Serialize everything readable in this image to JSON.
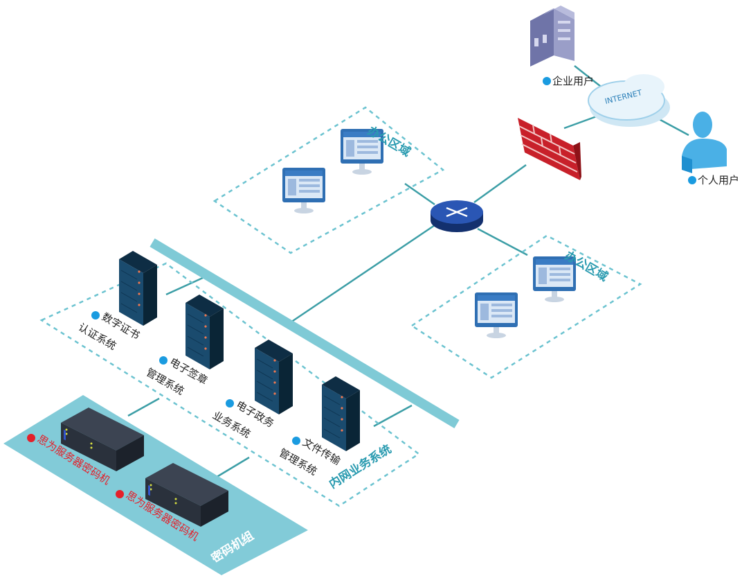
{
  "colors": {
    "accent": "#7fcad6",
    "line": "#3c9ea6",
    "dot": "#1a9be0",
    "red_dot": "#e4202a",
    "server": "#153b55",
    "firewall": "#c8202a",
    "router": "#1d3f8c"
  },
  "internet": {
    "label": "INTERNET"
  },
  "users": [
    {
      "label": "企业用户",
      "icon": "building-icon"
    },
    {
      "label": "个人用户",
      "icon": "person-icon"
    }
  ],
  "office_zones": [
    {
      "label": "办公区域"
    },
    {
      "label": "办公区域"
    }
  ],
  "inner_zone": {
    "label": "内网业务系统",
    "servers": [
      {
        "line1": "数字证书",
        "line2": "认证系统"
      },
      {
        "line1": "电子签章",
        "line2": "管理系统"
      },
      {
        "line1": "电子政务",
        "line2": "业务系统"
      },
      {
        "line1": "文件传输",
        "line2": "管理系统"
      }
    ]
  },
  "cipher_group": {
    "label": "密码机组",
    "machines": [
      {
        "label": "思为服务器密码机"
      },
      {
        "label": "思为服务器密码机"
      }
    ]
  }
}
